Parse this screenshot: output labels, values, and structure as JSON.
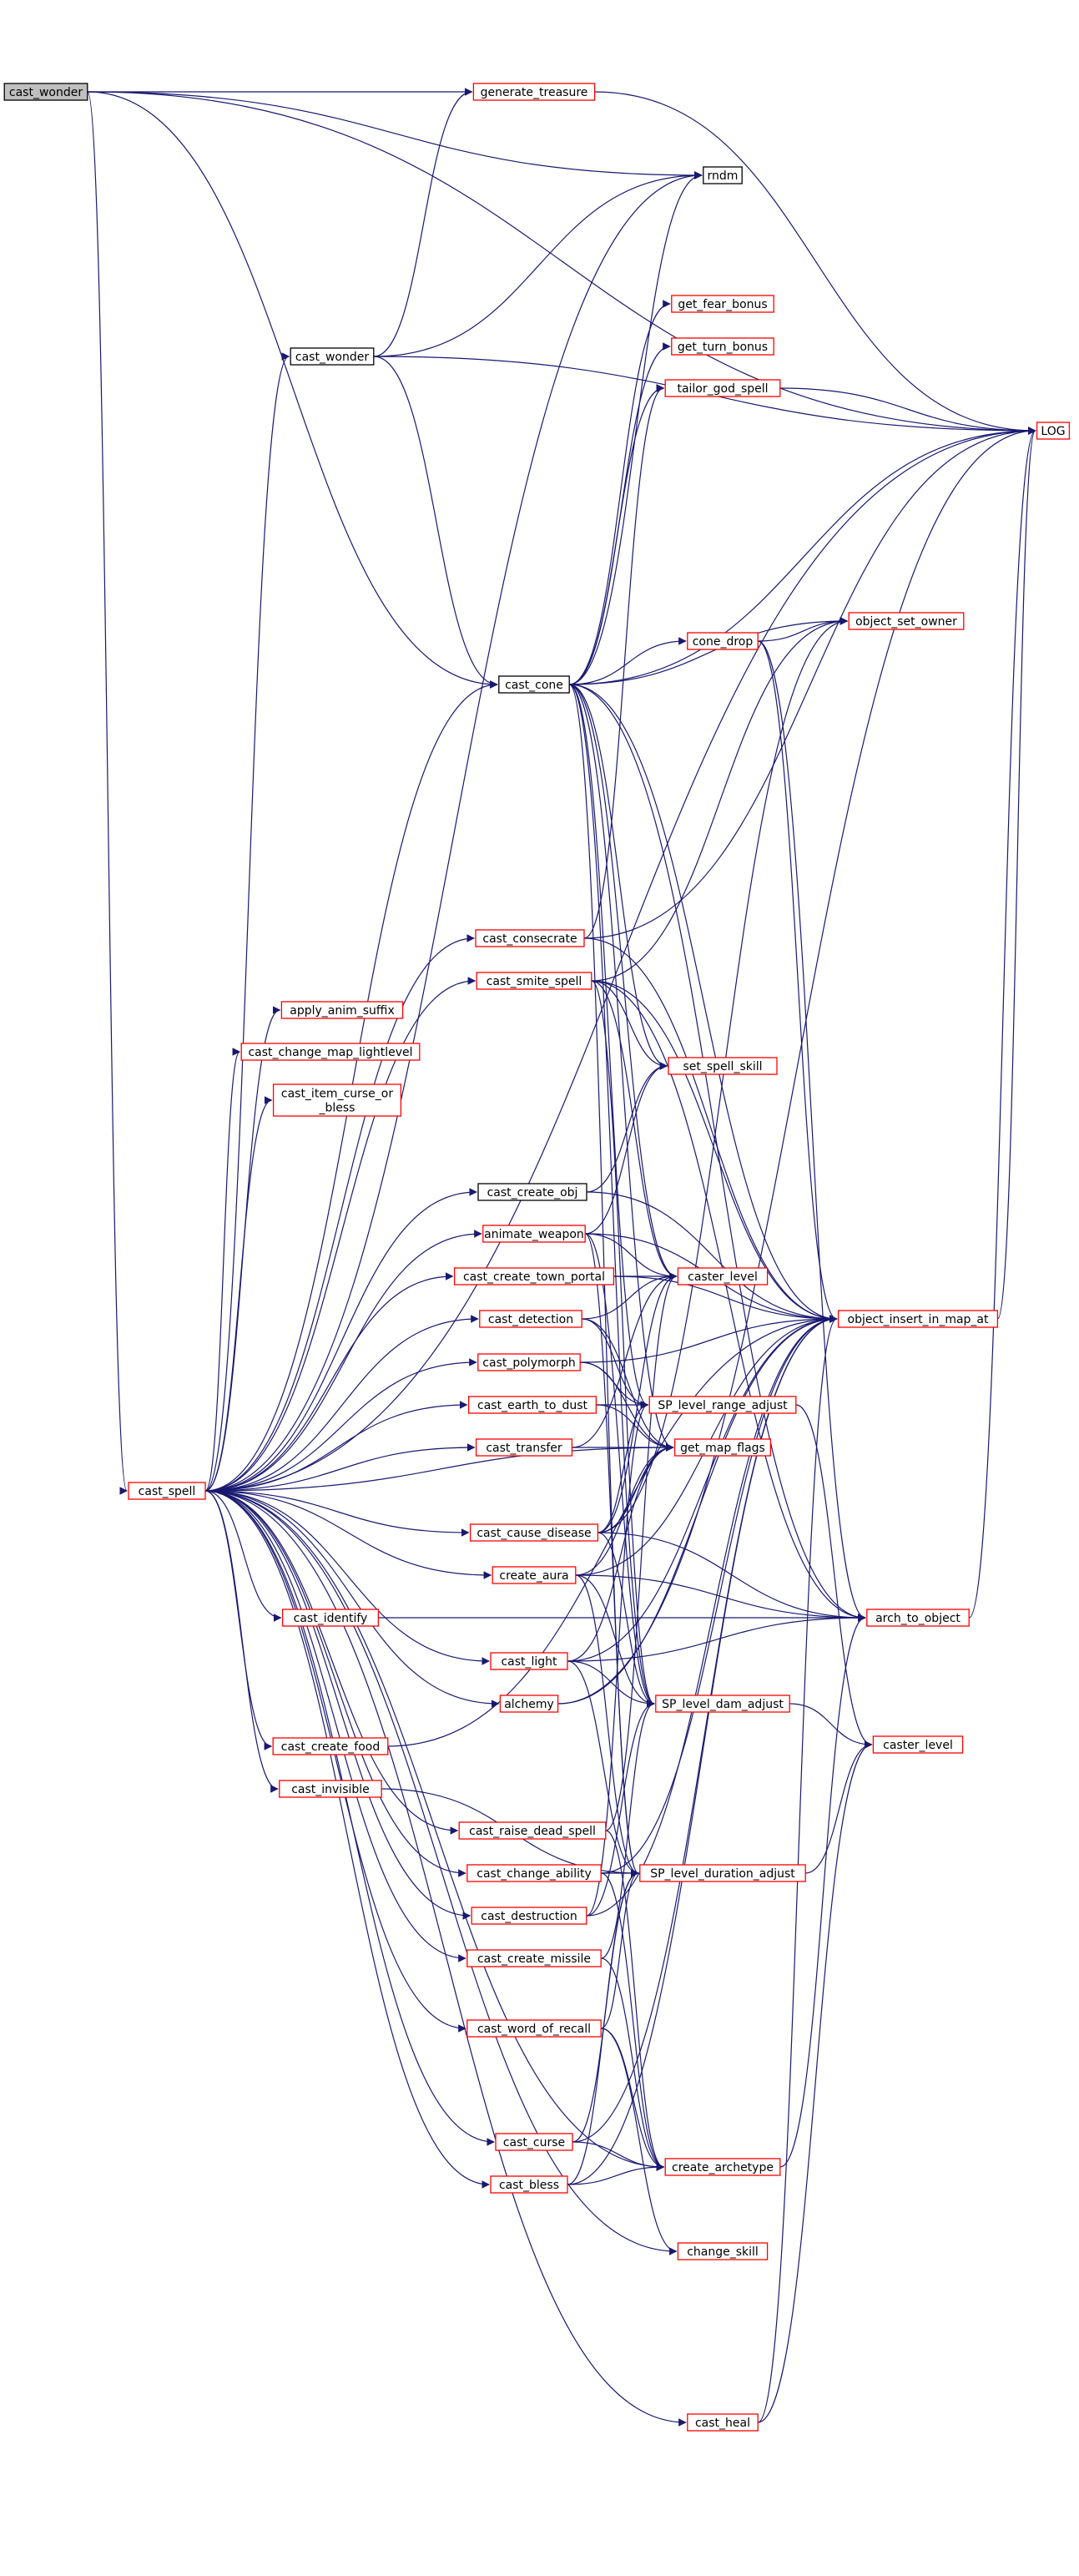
{
  "graph": {
    "colors": {
      "edge": "#191970",
      "red_border": "#ff0000",
      "black_border": "#000000",
      "focus_fill": "#bfbfbf"
    },
    "nodes": [
      {
        "id": "root",
        "label": "cast_wonder",
        "style": "focus"
      },
      {
        "id": "cast_spell",
        "label": "cast_spell",
        "style": "red"
      },
      {
        "id": "cast_wonder",
        "label": "cast_wonder",
        "style": "black"
      },
      {
        "id": "cast_cone",
        "label": "cast_cone",
        "style": "black"
      },
      {
        "id": "cast_consecrate",
        "label": "cast_consecrate",
        "style": "red"
      },
      {
        "id": "cast_smite_spell",
        "label": "cast_smite_spell",
        "style": "red"
      },
      {
        "id": "apply_anim_suffix",
        "label": "apply_anim_suffix",
        "style": "red"
      },
      {
        "id": "cast_change_map_lightlevel",
        "label": "cast_change_map_lightlevel",
        "style": "red"
      },
      {
        "id": "cast_item_curse_or_bless",
        "label": "cast_item_curse_or\n_bless",
        "style": "red"
      },
      {
        "id": "cast_create_obj",
        "label": "cast_create_obj",
        "style": "black"
      },
      {
        "id": "animate_weapon",
        "label": "animate_weapon",
        "style": "red"
      },
      {
        "id": "cast_create_town_portal",
        "label": "cast_create_town_portal",
        "style": "red"
      },
      {
        "id": "cast_detection",
        "label": "cast_detection",
        "style": "red"
      },
      {
        "id": "cast_polymorph",
        "label": "cast_polymorph",
        "style": "red"
      },
      {
        "id": "cast_earth_to_dust",
        "label": "cast_earth_to_dust",
        "style": "red"
      },
      {
        "id": "cast_transfer",
        "label": "cast_transfer",
        "style": "red"
      },
      {
        "id": "cast_cause_disease",
        "label": "cast_cause_disease",
        "style": "red"
      },
      {
        "id": "create_aura",
        "label": "create_aura",
        "style": "red"
      },
      {
        "id": "cast_identify",
        "label": "cast_identify",
        "style": "red"
      },
      {
        "id": "cast_light",
        "label": "cast_light",
        "style": "red"
      },
      {
        "id": "alchemy",
        "label": "alchemy",
        "style": "red"
      },
      {
        "id": "cast_create_food",
        "label": "cast_create_food",
        "style": "red"
      },
      {
        "id": "cast_invisible",
        "label": "cast_invisible",
        "style": "red"
      },
      {
        "id": "cast_raise_dead_spell",
        "label": "cast_raise_dead_spell",
        "style": "red"
      },
      {
        "id": "cast_change_ability",
        "label": "cast_change_ability",
        "style": "red"
      },
      {
        "id": "cast_destruction",
        "label": "cast_destruction",
        "style": "red"
      },
      {
        "id": "cast_create_missile",
        "label": "cast_create_missile",
        "style": "red"
      },
      {
        "id": "cast_word_of_recall",
        "label": "cast_word_of_recall",
        "style": "red"
      },
      {
        "id": "cast_curse",
        "label": "cast_curse",
        "style": "red"
      },
      {
        "id": "cast_bless",
        "label": "cast_bless",
        "style": "red"
      },
      {
        "id": "cast_heal",
        "label": "cast_heal",
        "style": "red"
      },
      {
        "id": "generate_treasure",
        "label": "generate_treasure",
        "style": "red"
      },
      {
        "id": "rndm",
        "label": "rndm",
        "style": "black"
      },
      {
        "id": "get_fear_bonus",
        "label": "get_fear_bonus",
        "style": "red"
      },
      {
        "id": "get_turn_bonus",
        "label": "get_turn_bonus",
        "style": "red"
      },
      {
        "id": "tailor_god_spell",
        "label": "tailor_god_spell",
        "style": "red"
      },
      {
        "id": "cone_drop",
        "label": "cone_drop",
        "style": "red"
      },
      {
        "id": "set_spell_skill",
        "label": "set_spell_skill",
        "style": "red"
      },
      {
        "id": "caster_level",
        "label": "caster_level",
        "style": "red"
      },
      {
        "id": "SP_level_range_adjust",
        "label": "SP_level_range_adjust",
        "style": "red"
      },
      {
        "id": "get_map_flags",
        "label": "get_map_flags",
        "style": "red"
      },
      {
        "id": "SP_level_dam_adjust",
        "label": "SP_level_dam_adjust",
        "style": "red"
      },
      {
        "id": "SP_level_duration_adjust",
        "label": "SP_level_duration_adjust",
        "style": "red"
      },
      {
        "id": "create_archetype",
        "label": "create_archetype",
        "style": "red"
      },
      {
        "id": "change_skill",
        "label": "change_skill",
        "style": "red"
      },
      {
        "id": "LOG",
        "label": "LOG",
        "style": "red"
      },
      {
        "id": "object_set_owner",
        "label": "object_set_owner",
        "style": "red"
      },
      {
        "id": "object_insert_in_map_at",
        "label": "object_insert_in_map_at",
        "style": "red"
      },
      {
        "id": "arch_to_object",
        "label": "arch_to_object",
        "style": "red"
      },
      {
        "id": "caster_level2",
        "label": "caster_level",
        "style": "red"
      }
    ],
    "edges": [
      [
        "root",
        "LOG"
      ],
      [
        "root",
        "generate_treasure"
      ],
      [
        "root",
        "rndm"
      ],
      [
        "root",
        "cast_cone"
      ],
      [
        "root",
        "cast_spell"
      ],
      [
        "cast_spell",
        "cast_wonder"
      ],
      [
        "cast_spell",
        "cast_cone"
      ],
      [
        "cast_spell",
        "rndm"
      ],
      [
        "cast_spell",
        "LOG"
      ],
      [
        "cast_spell",
        "cast_consecrate"
      ],
      [
        "cast_spell",
        "cast_smite_spell"
      ],
      [
        "cast_spell",
        "apply_anim_suffix"
      ],
      [
        "cast_spell",
        "cast_change_map_lightlevel"
      ],
      [
        "cast_spell",
        "cast_item_curse_or_bless"
      ],
      [
        "cast_spell",
        "cast_create_obj"
      ],
      [
        "cast_spell",
        "animate_weapon"
      ],
      [
        "cast_spell",
        "cast_create_town_portal"
      ],
      [
        "cast_spell",
        "cast_detection"
      ],
      [
        "cast_spell",
        "cast_polymorph"
      ],
      [
        "cast_spell",
        "cast_earth_to_dust"
      ],
      [
        "cast_spell",
        "cast_transfer"
      ],
      [
        "cast_spell",
        "get_map_flags"
      ],
      [
        "cast_spell",
        "cast_cause_disease"
      ],
      [
        "cast_spell",
        "create_aura"
      ],
      [
        "cast_spell",
        "cast_identify"
      ],
      [
        "cast_spell",
        "cast_light"
      ],
      [
        "cast_spell",
        "alchemy"
      ],
      [
        "cast_spell",
        "cast_create_food"
      ],
      [
        "cast_spell",
        "cast_invisible"
      ],
      [
        "cast_spell",
        "cast_raise_dead_spell"
      ],
      [
        "cast_spell",
        "cast_change_ability"
      ],
      [
        "cast_spell",
        "cast_destruction"
      ],
      [
        "cast_spell",
        "cast_create_missile"
      ],
      [
        "cast_spell",
        "cast_word_of_recall"
      ],
      [
        "cast_spell",
        "cast_curse"
      ],
      [
        "cast_spell",
        "cast_bless"
      ],
      [
        "cast_spell",
        "cast_heal"
      ],
      [
        "cast_spell",
        "change_skill"
      ],
      [
        "cast_spell",
        "create_archetype"
      ],
      [
        "cast_wonder",
        "generate_treasure"
      ],
      [
        "cast_wonder",
        "rndm"
      ],
      [
        "cast_wonder",
        "LOG"
      ],
      [
        "cast_wonder",
        "cast_cone"
      ],
      [
        "generate_treasure",
        "LOG"
      ],
      [
        "cast_cone",
        "rndm"
      ],
      [
        "cast_cone",
        "get_fear_bonus"
      ],
      [
        "cast_cone",
        "get_turn_bonus"
      ],
      [
        "cast_cone",
        "tailor_god_spell"
      ],
      [
        "cast_cone",
        "LOG"
      ],
      [
        "cast_cone",
        "object_set_owner"
      ],
      [
        "cast_cone",
        "cone_drop"
      ],
      [
        "cast_cone",
        "set_spell_skill"
      ],
      [
        "cast_cone",
        "caster_level"
      ],
      [
        "cast_cone",
        "SP_level_range_adjust"
      ],
      [
        "cast_cone",
        "get_map_flags"
      ],
      [
        "cast_cone",
        "SP_level_dam_adjust"
      ],
      [
        "cast_cone",
        "SP_level_duration_adjust"
      ],
      [
        "cast_cone",
        "object_insert_in_map_at"
      ],
      [
        "cast_cone",
        "arch_to_object"
      ],
      [
        "tailor_god_spell",
        "LOG"
      ],
      [
        "cone_drop",
        "object_set_owner"
      ],
      [
        "cone_drop",
        "object_insert_in_map_at"
      ],
      [
        "cone_drop",
        "arch_to_object"
      ],
      [
        "cast_consecrate",
        "tailor_god_spell"
      ],
      [
        "cast_consecrate",
        "LOG"
      ],
      [
        "cast_consecrate",
        "object_insert_in_map_at"
      ],
      [
        "cast_smite_spell",
        "object_set_owner"
      ],
      [
        "cast_smite_spell",
        "set_spell_skill"
      ],
      [
        "cast_smite_spell",
        "caster_level"
      ],
      [
        "cast_smite_spell",
        "SP_level_dam_adjust"
      ],
      [
        "cast_smite_spell",
        "object_insert_in_map_at"
      ],
      [
        "cast_smite_spell",
        "arch_to_object"
      ],
      [
        "cast_create_obj",
        "set_spell_skill"
      ],
      [
        "cast_create_obj",
        "object_insert_in_map_at"
      ],
      [
        "animate_weapon",
        "set_spell_skill"
      ],
      [
        "animate_weapon",
        "caster_level"
      ],
      [
        "animate_weapon",
        "SP_level_dam_adjust"
      ],
      [
        "animate_weapon",
        "SP_level_duration_adjust"
      ],
      [
        "animate_weapon",
        "object_insert_in_map_at"
      ],
      [
        "cast_create_town_portal",
        "caster_level"
      ],
      [
        "cast_create_town_portal",
        "object_insert_in_map_at"
      ],
      [
        "cast_detection",
        "caster_level"
      ],
      [
        "cast_detection",
        "SP_level_range_adjust"
      ],
      [
        "cast_detection",
        "get_map_flags"
      ],
      [
        "cast_polymorph",
        "SP_level_range_adjust"
      ],
      [
        "cast_polymorph",
        "get_map_flags"
      ],
      [
        "cast_polymorph",
        "object_insert_in_map_at"
      ],
      [
        "cast_earth_to_dust",
        "SP_level_range_adjust"
      ],
      [
        "cast_earth_to_dust",
        "get_map_flags"
      ],
      [
        "cast_transfer",
        "caster_level"
      ],
      [
        "cast_transfer",
        "get_map_flags"
      ],
      [
        "cast_cause_disease",
        "object_set_owner"
      ],
      [
        "cast_cause_disease",
        "caster_level"
      ],
      [
        "cast_cause_disease",
        "SP_level_range_adjust"
      ],
      [
        "cast_cause_disease",
        "get_map_flags"
      ],
      [
        "cast_cause_disease",
        "SP_level_dam_adjust"
      ],
      [
        "cast_cause_disease",
        "arch_to_object"
      ],
      [
        "create_aura",
        "get_map_flags"
      ],
      [
        "create_aura",
        "SP_level_dam_adjust"
      ],
      [
        "create_aura",
        "SP_level_duration_adjust"
      ],
      [
        "create_aura",
        "object_insert_in_map_at"
      ],
      [
        "create_aura",
        "arch_to_object"
      ],
      [
        "cast_identify",
        "arch_to_object"
      ],
      [
        "cast_light",
        "get_map_flags"
      ],
      [
        "cast_light",
        "SP_level_dam_adjust"
      ],
      [
        "cast_light",
        "SP_level_duration_adjust"
      ],
      [
        "cast_light",
        "object_insert_in_map_at"
      ],
      [
        "cast_light",
        "arch_to_object"
      ],
      [
        "alchemy",
        "object_insert_in_map_at"
      ],
      [
        "alchemy",
        "LOG"
      ],
      [
        "cast_create_food",
        "object_insert_in_map_at"
      ],
      [
        "cast_invisible",
        "SP_level_duration_adjust"
      ],
      [
        "cast_raise_dead_spell",
        "caster_level"
      ],
      [
        "cast_raise_dead_spell",
        "create_archetype"
      ],
      [
        "cast_change_ability",
        "SP_level_duration_adjust"
      ],
      [
        "cast_change_ability",
        "create_archetype"
      ],
      [
        "cast_change_ability",
        "object_insert_in_map_at"
      ],
      [
        "cast_destruction",
        "SP_level_range_adjust"
      ],
      [
        "cast_destruction",
        "SP_level_dam_adjust"
      ],
      [
        "cast_destruction",
        "object_insert_in_map_at"
      ],
      [
        "cast_create_missile",
        "SP_level_dam_adjust"
      ],
      [
        "cast_create_missile",
        "create_archetype"
      ],
      [
        "cast_word_of_recall",
        "SP_level_duration_adjust"
      ],
      [
        "cast_word_of_recall",
        "change_skill"
      ],
      [
        "cast_word_of_recall",
        "create_archetype"
      ],
      [
        "cast_curse",
        "SP_level_duration_adjust"
      ],
      [
        "cast_curse",
        "create_archetype"
      ],
      [
        "cast_curse",
        "object_insert_in_map_at"
      ],
      [
        "cast_bless",
        "SP_level_duration_adjust"
      ],
      [
        "cast_bless",
        "create_archetype"
      ],
      [
        "cast_bless",
        "object_insert_in_map_at"
      ],
      [
        "cast_heal",
        "object_insert_in_map_at"
      ],
      [
        "cast_heal",
        "caster_level2"
      ],
      [
        "SP_level_range_adjust",
        "caster_level2"
      ],
      [
        "SP_level_dam_adjust",
        "caster_level2"
      ],
      [
        "SP_level_duration_adjust",
        "caster_level2"
      ],
      [
        "create_archetype",
        "arch_to_object"
      ],
      [
        "arch_to_object",
        "LOG"
      ],
      [
        "object_insert_in_map_at",
        "LOG"
      ]
    ]
  }
}
